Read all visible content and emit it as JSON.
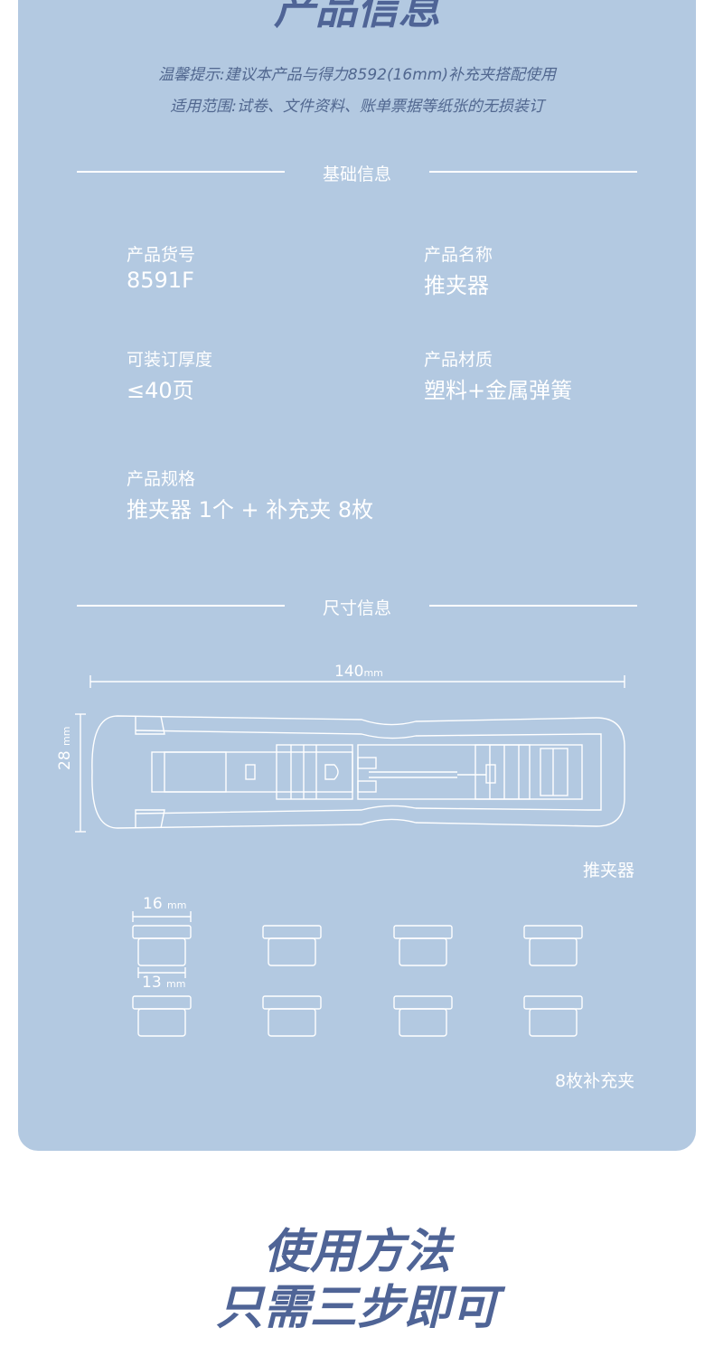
{
  "product_info": {
    "title": "产品信息",
    "tips": [
      "温馨提示:建议本产品与得力8592(16mm)补充夹搭配使用",
      "适用范围:试卷、文件资料、账单票据等纸张的无损装订"
    ]
  },
  "basic_section": {
    "label": "基础信息",
    "items": [
      {
        "label": "产品货号",
        "value": "8591F"
      },
      {
        "label": "产品名称",
        "value": "推夹器"
      },
      {
        "label": "可装订厚度",
        "value": "≤40页"
      },
      {
        "label": "产品材质",
        "value": "塑料+金属弹簧"
      },
      {
        "label": "产品规格",
        "value": "推夹器 1个 + 补充夹 8枚"
      }
    ]
  },
  "size_section": {
    "label": "尺寸信息",
    "length": {
      "value": "140",
      "unit": "mm"
    },
    "height": {
      "value": "28",
      "unit": "mm"
    },
    "stapler_caption": "推夹器",
    "clip_top_width": {
      "value": "16",
      "unit": "mm"
    },
    "clip_bottom_width": {
      "value": "13",
      "unit": "mm"
    },
    "clips_caption": "8枚补充夹"
  },
  "usage": {
    "title_line1": "使用方法",
    "title_line2": "只需三步即可"
  },
  "colors": {
    "card_bg": "#b3c9e1",
    "title": "#4f6496",
    "tip_text": "#51678f",
    "line": "#ffffff"
  }
}
